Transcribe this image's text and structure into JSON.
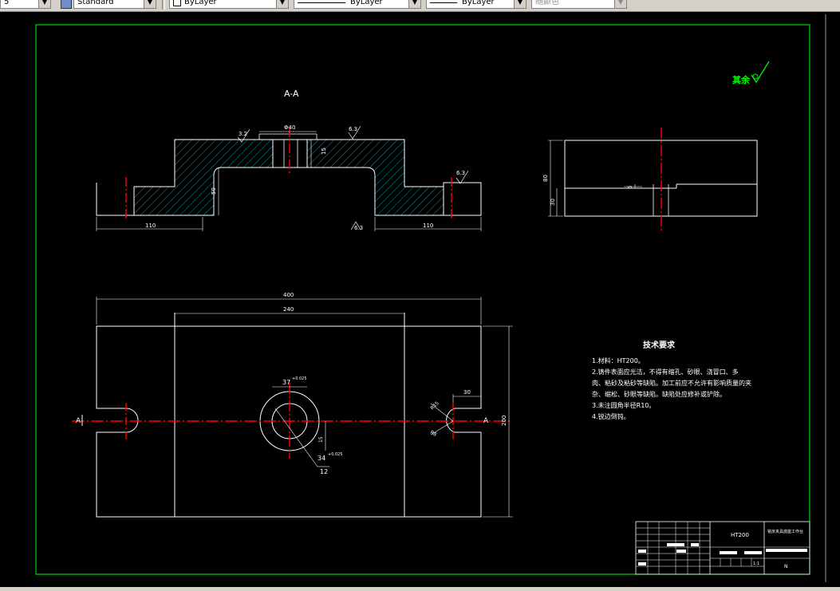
{
  "toolbar": {
    "dimstyle_value": "5",
    "textstyle_value": "Standard",
    "layer_value": "ByLayer",
    "linetype_value": "ByLayer",
    "lineweight_value": "ByLayer",
    "color_value": "随颜色"
  },
  "drawing": {
    "section_title": "A-A",
    "roughness_other": "其余",
    "roughness_values": [
      "3.2",
      "6.3",
      "6.3",
      "6.3"
    ],
    "dim_phi40": "Φ40",
    "dim_15": "15",
    "dim_50": "50",
    "dim_110_left": "110",
    "dim_110_right": "110",
    "side_dim_80": "80",
    "side_dim_30": "30",
    "side_dim_5": "5",
    "plan_dim_400": "400",
    "plan_dim_240": "240",
    "plan_dim_200": "200",
    "plan_dim_30": "30",
    "plan_dim_37": "37",
    "plan_tol_37": "+0.025",
    "plan_dim_34": "34",
    "plan_tol_34": "+0.025",
    "plan_dim_12": "12",
    "plan_dim_15v": "15",
    "plan_dim_r15": "R15",
    "plan_dim_r8": "R8",
    "section_mark_left": "A",
    "section_mark_right": "A"
  },
  "tech_requirements": {
    "title": "技术要求",
    "lines": [
      "1.材料：HT200。",
      "2.铸件表面应光洁，不得有缩孔、砂眼、浇冒口、多",
      "肉、粘砂及粘砂等缺陷。加工前应不允许有影响质量的夹",
      "杂、缩松、砂眼等缺陷。缺陷处应修补或铲除。",
      "3.未注圆角半径R10。",
      "4.锐边倒钝。"
    ]
  },
  "title_block": {
    "material": "HT200",
    "part_name": "铣床夹具底座工作台",
    "scale": "1:1",
    "sheet": "N"
  },
  "colors": {
    "background": "#000000",
    "border": "#00ff00",
    "outline": "#ffffff",
    "hatch": "#00c8c8",
    "centerline": "#ff0000",
    "other_label": "#00ff00"
  }
}
